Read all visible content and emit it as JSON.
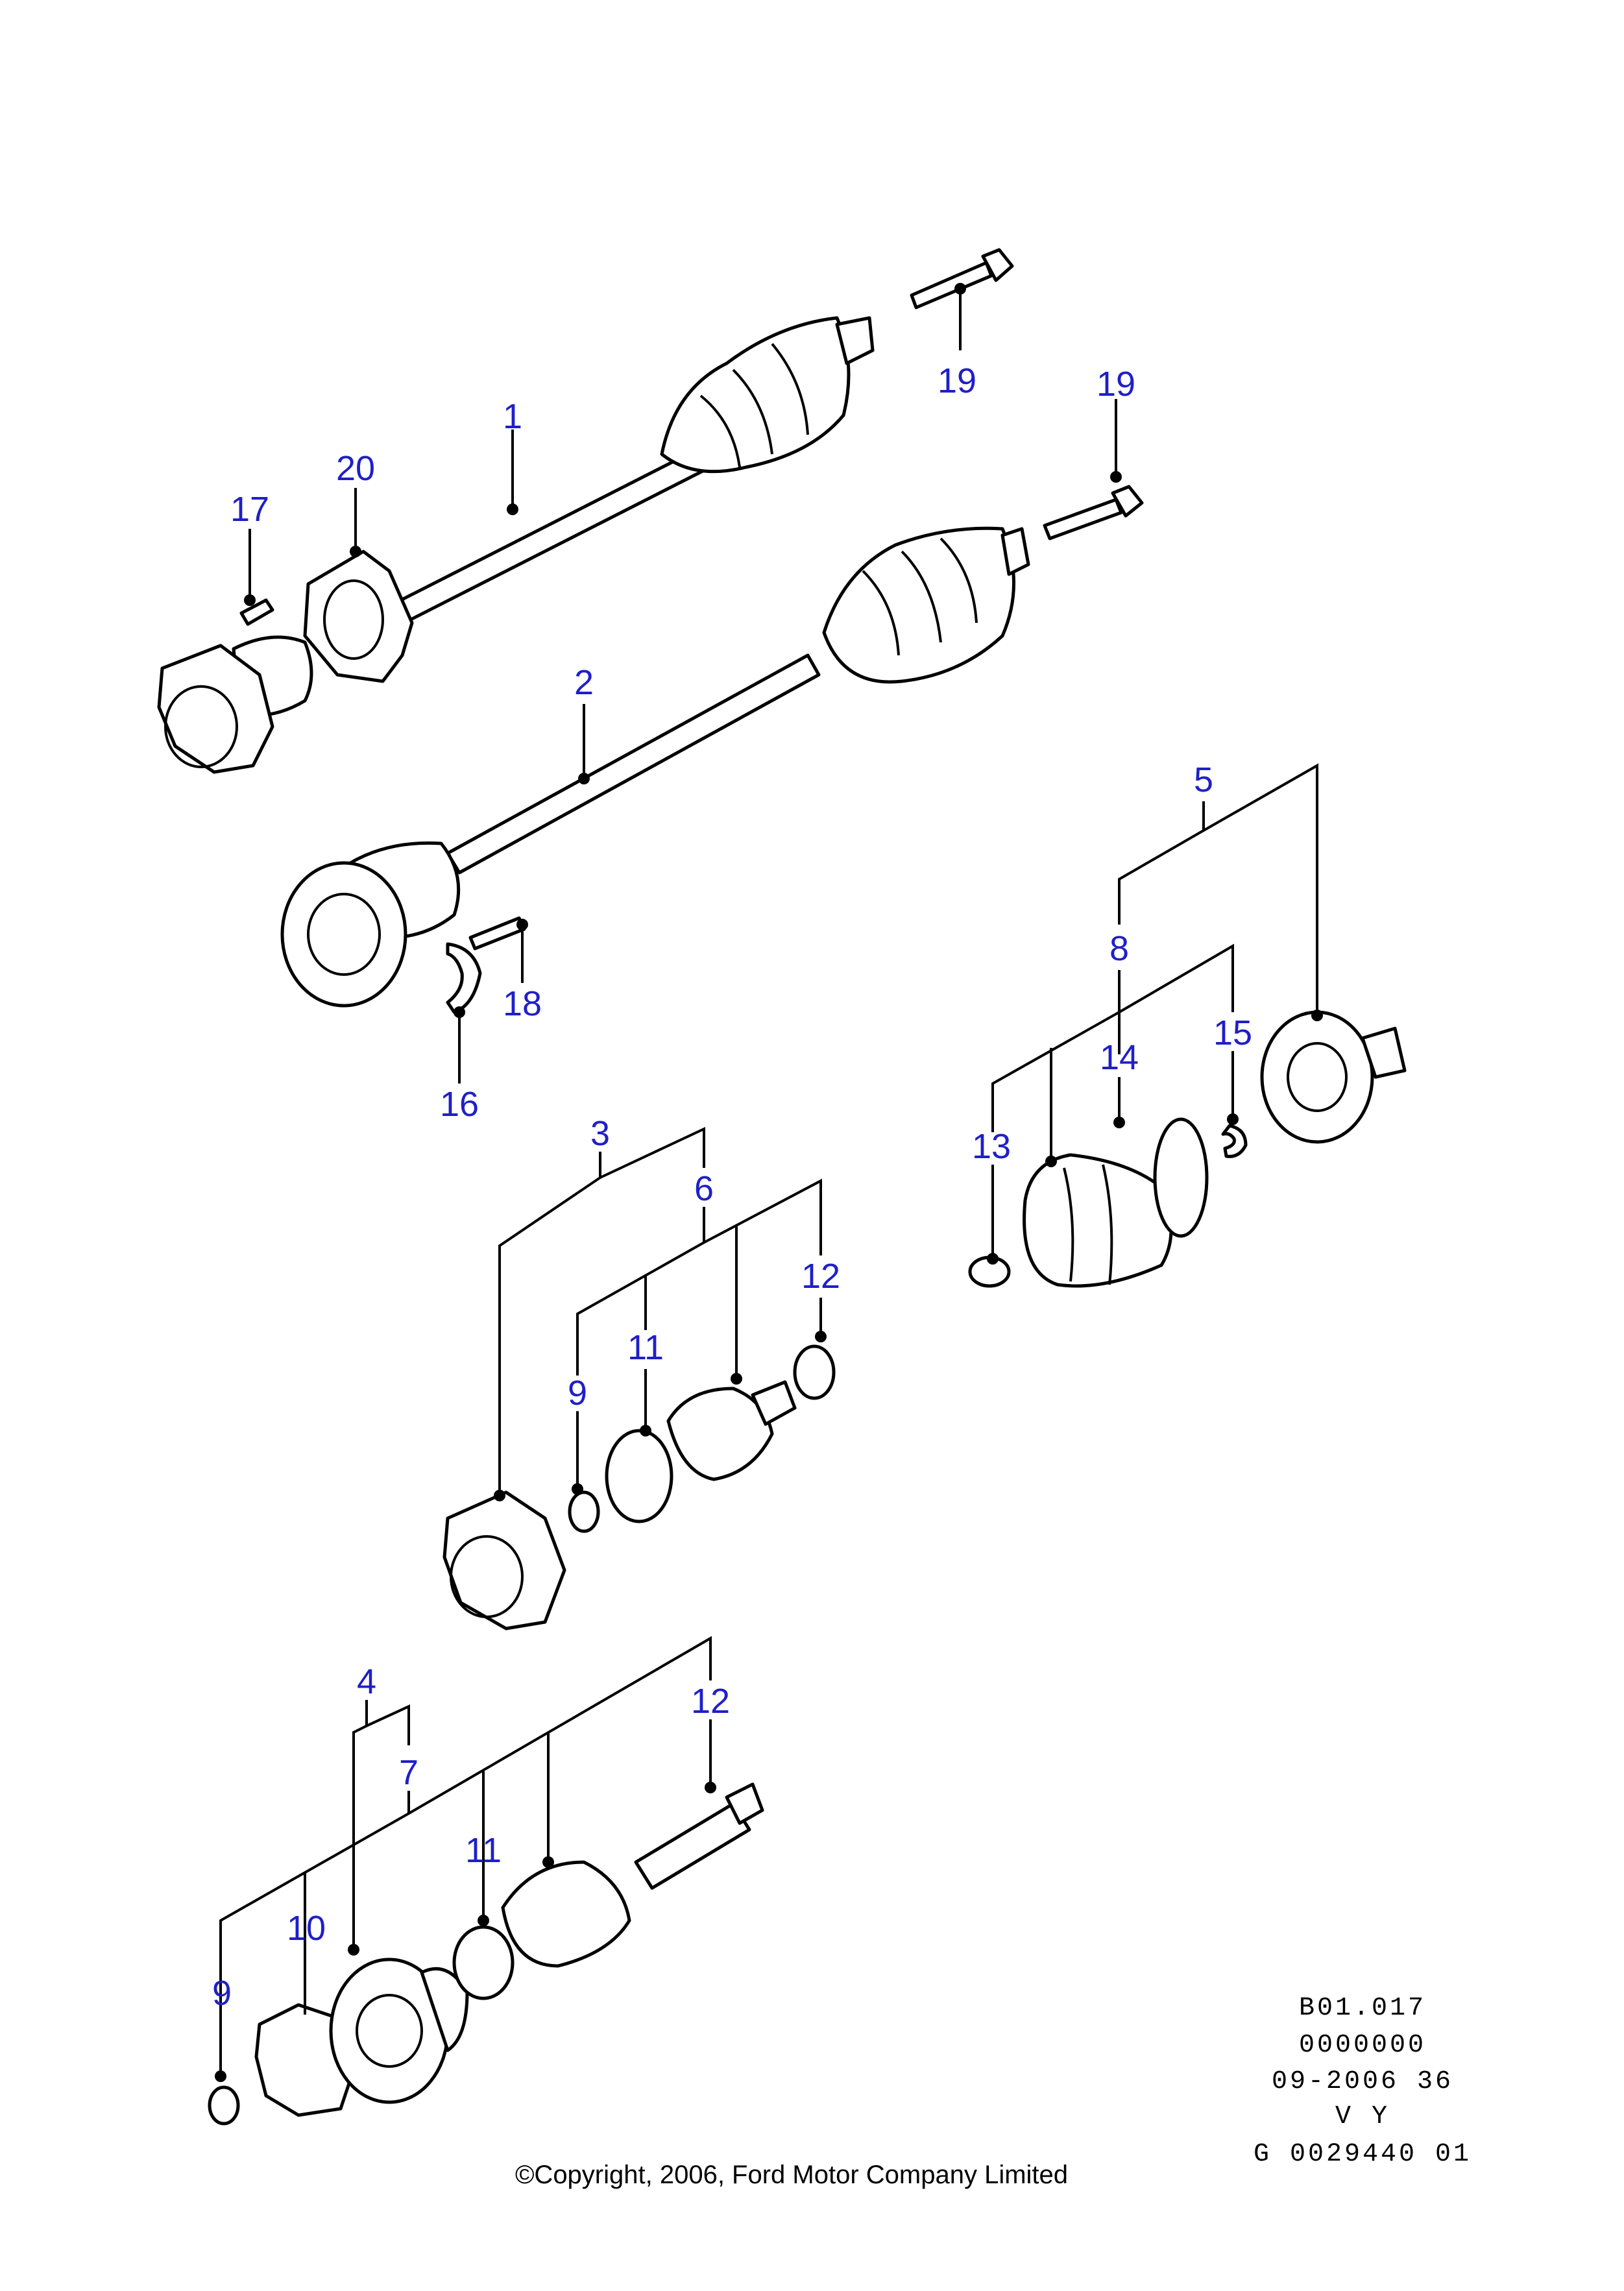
{
  "callouts": {
    "c1": "1",
    "c2": "2",
    "c3": "3",
    "c4": "4",
    "c5": "5",
    "c6": "6",
    "c7": "7",
    "c8": "8",
    "c9a": "9",
    "c9b": "9",
    "c10": "10",
    "c11a": "11",
    "c11b": "11",
    "c12a": "12",
    "c12b": "12",
    "c13": "13",
    "c14": "14",
    "c15": "15",
    "c16": "16",
    "c17": "17",
    "c18": "18",
    "c19a": "19",
    "c19b": "19",
    "c20": "20"
  },
  "reference": {
    "line1": "B01.017",
    "line2": "0000000",
    "line3": "09-2006 36",
    "line4": "V Y",
    "line5": "G 0029440 01"
  },
  "copyright": "©Copyright, 2006, Ford Motor Company Limited",
  "colors": {
    "callout": "#1f1fc8",
    "line": "#000000",
    "background": "#ffffff"
  }
}
